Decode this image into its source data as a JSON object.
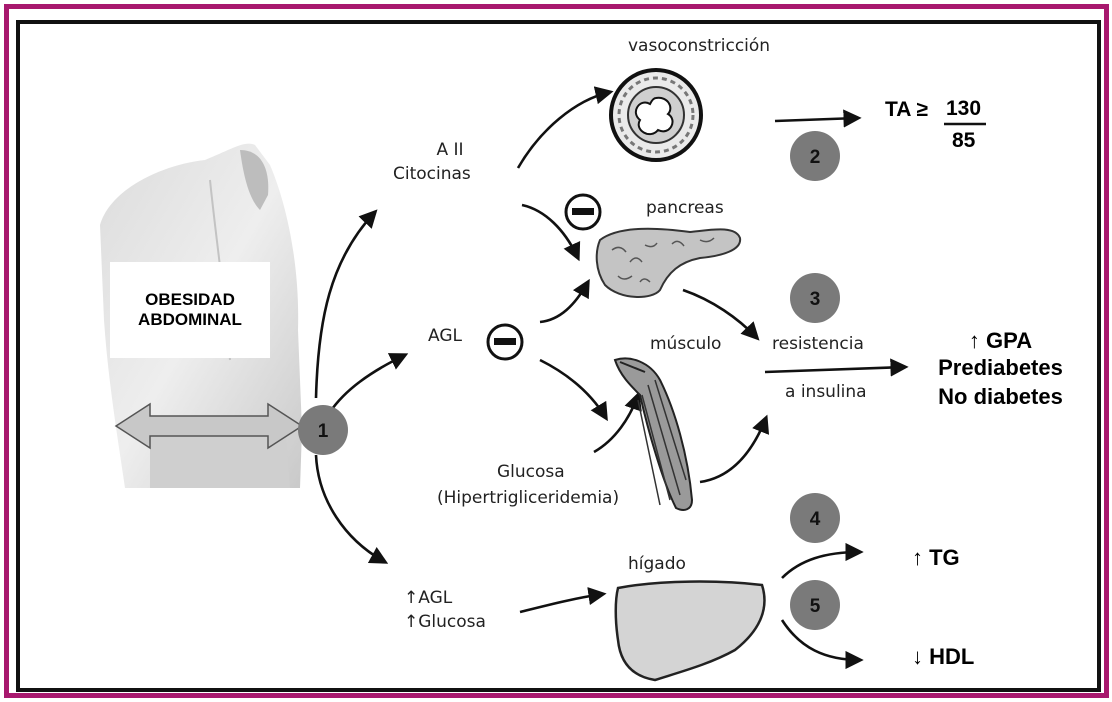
{
  "obesity_label_line1": "OBESIDAD",
  "obesity_label_line2": "ABDOMINAL",
  "nodes": {
    "a2": "A II",
    "citocinas": "Citocinas",
    "agl": "AGL",
    "glucosa": "Glucosa",
    "hipertrig": "(Hipertrigliceridemia)",
    "agl_up": "↑AGL",
    "glucosa_up": "↑Glucosa",
    "vasoconstriccion": "vasoconstricción",
    "pancreas": "pancreas",
    "musculo": "músculo",
    "higado": "hígado",
    "resistencia": "resistencia",
    "a_insulina": "a insulina"
  },
  "outcomes": {
    "ta_prefix": "TA ≥",
    "ta_num": "130",
    "ta_den": "85",
    "gpa": "↑ GPA",
    "prediabetes": "Prediabetes",
    "no_diabetes": "No diabetes",
    "tg": "↑ TG",
    "hdl": "↓ HDL"
  },
  "step_numbers": [
    "1",
    "2",
    "3",
    "4",
    "5"
  ],
  "colors": {
    "outer_frame": "#a8186e",
    "inner_frame": "#111111",
    "step_circle": "#7a7a7a",
    "liver_fill": "#d4d4d4"
  }
}
